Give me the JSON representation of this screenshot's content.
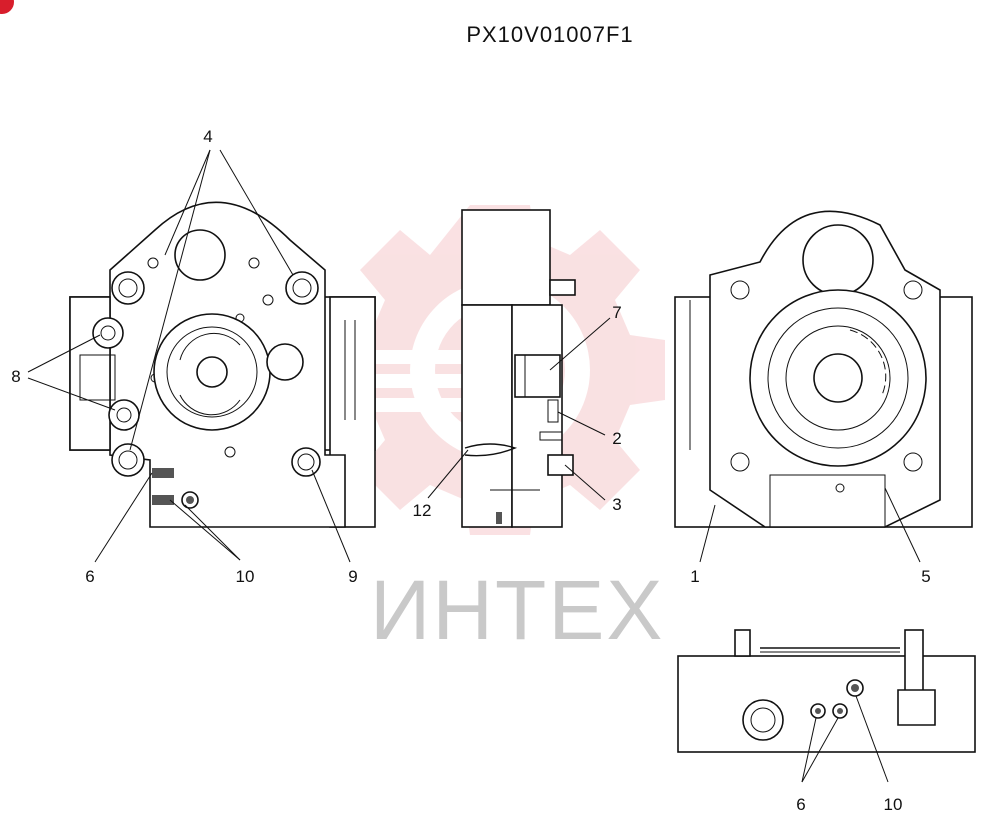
{
  "drawing": {
    "code": "PX10V01007F1",
    "watermark": "ИНТЕХ",
    "accent_color": "#d81e2c",
    "watermark_color": "#f5c9cc"
  },
  "callouts": {
    "c4": "4",
    "c8": "8",
    "c6_left": "6",
    "c10_left": "10",
    "c9": "9",
    "c7": "7",
    "c2": "2",
    "c3": "3",
    "c12": "12",
    "c1": "1",
    "c5": "5",
    "c6_bottom": "6",
    "c10_bottom": "10"
  }
}
